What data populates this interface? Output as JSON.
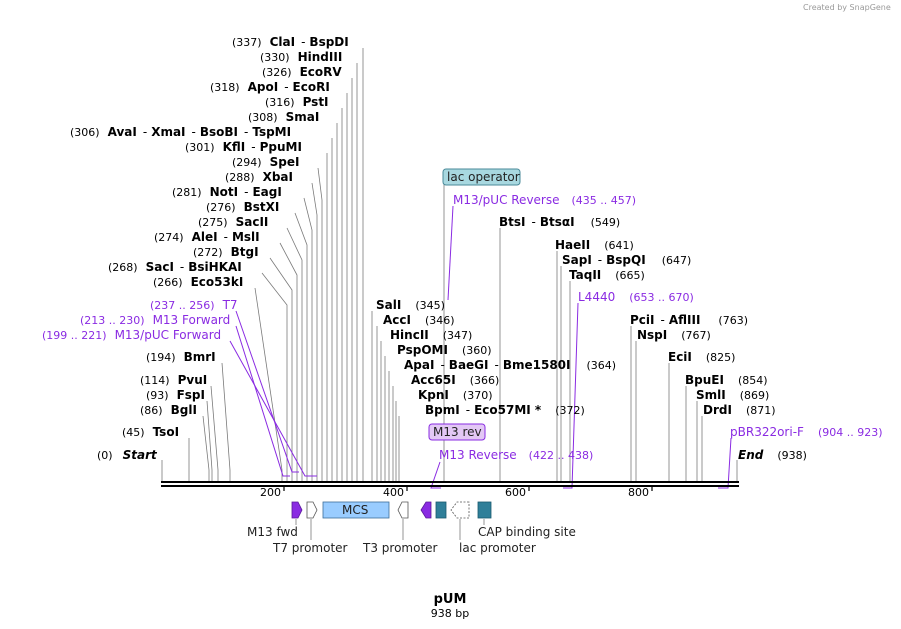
{
  "credit": "Created by SnapGene",
  "title": "pUM",
  "length_label": "938 bp",
  "colors": {
    "primer": "#8a2be2",
    "map_line": "#000000",
    "lac_box": "#a8d8e0",
    "m13_box": "#e3c8f5",
    "mcs_box": "#99ccff",
    "teal": "#2f7f99"
  },
  "start": {
    "pos": "(0)",
    "label": "Start"
  },
  "end": {
    "label": "End",
    "pos": "(938)"
  },
  "ticks": [
    "200",
    "400",
    "600",
    "800"
  ],
  "sites": [
    {
      "label_id": "site-clai",
      "rows": [
        {
          "pos": "(337)",
          "names": [
            "ClaI",
            "BspDI"
          ]
        }
      ]
    },
    {
      "rows": [
        {
          "pos": "(330)",
          "names": [
            "HindIII"
          ]
        }
      ]
    },
    {
      "rows": [
        {
          "pos": "(326)",
          "names": [
            "EcoRV"
          ]
        }
      ]
    },
    {
      "rows": [
        {
          "pos": "(318)",
          "names": [
            "ApoI",
            "EcoRI"
          ]
        }
      ]
    },
    {
      "rows": [
        {
          "pos": "(316)",
          "names": [
            "PstI"
          ]
        }
      ]
    },
    {
      "rows": [
        {
          "pos": "(308)",
          "names": [
            "SmaI"
          ]
        }
      ]
    },
    {
      "rows": [
        {
          "pos": "(306)",
          "names": [
            "AvaI",
            "XmaI",
            "BsoBI",
            "TspMI"
          ]
        }
      ]
    },
    {
      "rows": [
        {
          "pos": "(301)",
          "names": [
            "KflI",
            "PpuMI"
          ]
        }
      ]
    },
    {
      "rows": [
        {
          "pos": "(294)",
          "names": [
            "SpeI"
          ]
        }
      ]
    },
    {
      "rows": [
        {
          "pos": "(288)",
          "names": [
            "XbaI"
          ]
        }
      ]
    },
    {
      "rows": [
        {
          "pos": "(281)",
          "names": [
            "NotI",
            "EagI"
          ]
        }
      ]
    },
    {
      "rows": [
        {
          "pos": "(276)",
          "names": [
            "BstXI"
          ]
        }
      ]
    },
    {
      "rows": [
        {
          "pos": "(275)",
          "names": [
            "SacII"
          ]
        }
      ]
    },
    {
      "rows": [
        {
          "pos": "(274)",
          "names": [
            "AleI",
            "MslI"
          ]
        }
      ]
    },
    {
      "rows": [
        {
          "pos": "(272)",
          "names": [
            "BtgI"
          ]
        }
      ]
    },
    {
      "rows": [
        {
          "pos": "(268)",
          "names": [
            "SacI",
            "BsiHKAI"
          ]
        }
      ]
    },
    {
      "rows": [
        {
          "pos": "(266)",
          "names": [
            "Eco53kI"
          ]
        }
      ]
    },
    {
      "rows": [
        {
          "pos": "(194)",
          "names": [
            "BmrI"
          ]
        }
      ]
    },
    {
      "rows": [
        {
          "pos": "(114)",
          "names": [
            "PvuI"
          ]
        }
      ]
    },
    {
      "rows": [
        {
          "pos": "(93)",
          "names": [
            "FspI"
          ]
        }
      ]
    },
    {
      "rows": [
        {
          "pos": "(86)",
          "names": [
            "BglI"
          ]
        }
      ]
    },
    {
      "rows": [
        {
          "pos": "(45)",
          "names": [
            "TsoI"
          ]
        }
      ]
    },
    {
      "rows": [
        {
          "pos": "(345)",
          "names": [
            "SalI"
          ]
        }
      ]
    },
    {
      "rows": [
        {
          "pos": "(346)",
          "names": [
            "AccI"
          ]
        }
      ]
    },
    {
      "rows": [
        {
          "pos": "(347)",
          "names": [
            "HincII"
          ]
        }
      ]
    },
    {
      "rows": [
        {
          "pos": "(360)",
          "names": [
            "PspOMI"
          ]
        }
      ]
    },
    {
      "rows": [
        {
          "pos": "(364)",
          "names": [
            "ApaI",
            "BaeGI",
            "Bme1580I"
          ]
        }
      ]
    },
    {
      "rows": [
        {
          "pos": "(366)",
          "names": [
            "Acc65I"
          ]
        }
      ]
    },
    {
      "rows": [
        {
          "pos": "(370)",
          "names": [
            "KpnI"
          ]
        }
      ]
    },
    {
      "rows": [
        {
          "pos": "(372)",
          "names": [
            "BpmI",
            "Eco57MI *"
          ]
        }
      ]
    },
    {
      "rows": [
        {
          "pos": "(549)",
          "names": [
            "BtsI",
            "BtsαI"
          ]
        }
      ]
    },
    {
      "rows": [
        {
          "pos": "(641)",
          "names": [
            "HaeII"
          ]
        }
      ]
    },
    {
      "rows": [
        {
          "pos": "(647)",
          "names": [
            "SapI",
            "BspQI"
          ]
        }
      ]
    },
    {
      "rows": [
        {
          "pos": "(665)",
          "names": [
            "TaqII"
          ]
        }
      ]
    },
    {
      "rows": [
        {
          "pos": "(763)",
          "names": [
            "PciI",
            "AflIII"
          ]
        }
      ]
    },
    {
      "rows": [
        {
          "pos": "(767)",
          "names": [
            "NspI"
          ]
        }
      ]
    },
    {
      "rows": [
        {
          "pos": "(825)",
          "names": [
            "EciI"
          ]
        }
      ]
    },
    {
      "rows": [
        {
          "pos": "(854)",
          "names": [
            "BpuEI"
          ]
        }
      ]
    },
    {
      "rows": [
        {
          "pos": "(869)",
          "names": [
            "SmlI"
          ]
        }
      ]
    },
    {
      "rows": [
        {
          "pos": "(871)",
          "names": [
            "DrdI"
          ]
        }
      ]
    }
  ],
  "primers": [
    {
      "name": "T7",
      "range": "(237 .. 256)"
    },
    {
      "name": "M13 Forward",
      "range": "(213 .. 230)"
    },
    {
      "name": "M13/pUC Forward",
      "range": "(199 .. 221)"
    },
    {
      "name": "M13/pUC Reverse",
      "range": "(435 .. 457)"
    },
    {
      "name": "M13 Reverse",
      "range": "(422 .. 438)"
    },
    {
      "name": "L4440",
      "range": "(653 .. 670)"
    },
    {
      "name": "pBR322ori-F",
      "range": "(904 .. 923)"
    }
  ],
  "boxed_features": [
    {
      "name": "lac operator"
    },
    {
      "name": "M13 rev"
    }
  ],
  "features": {
    "mcs": "MCS",
    "labels": [
      "M13 fwd",
      "T7 promoter",
      "T3 promoter",
      "lac promoter",
      "CAP binding site"
    ]
  }
}
